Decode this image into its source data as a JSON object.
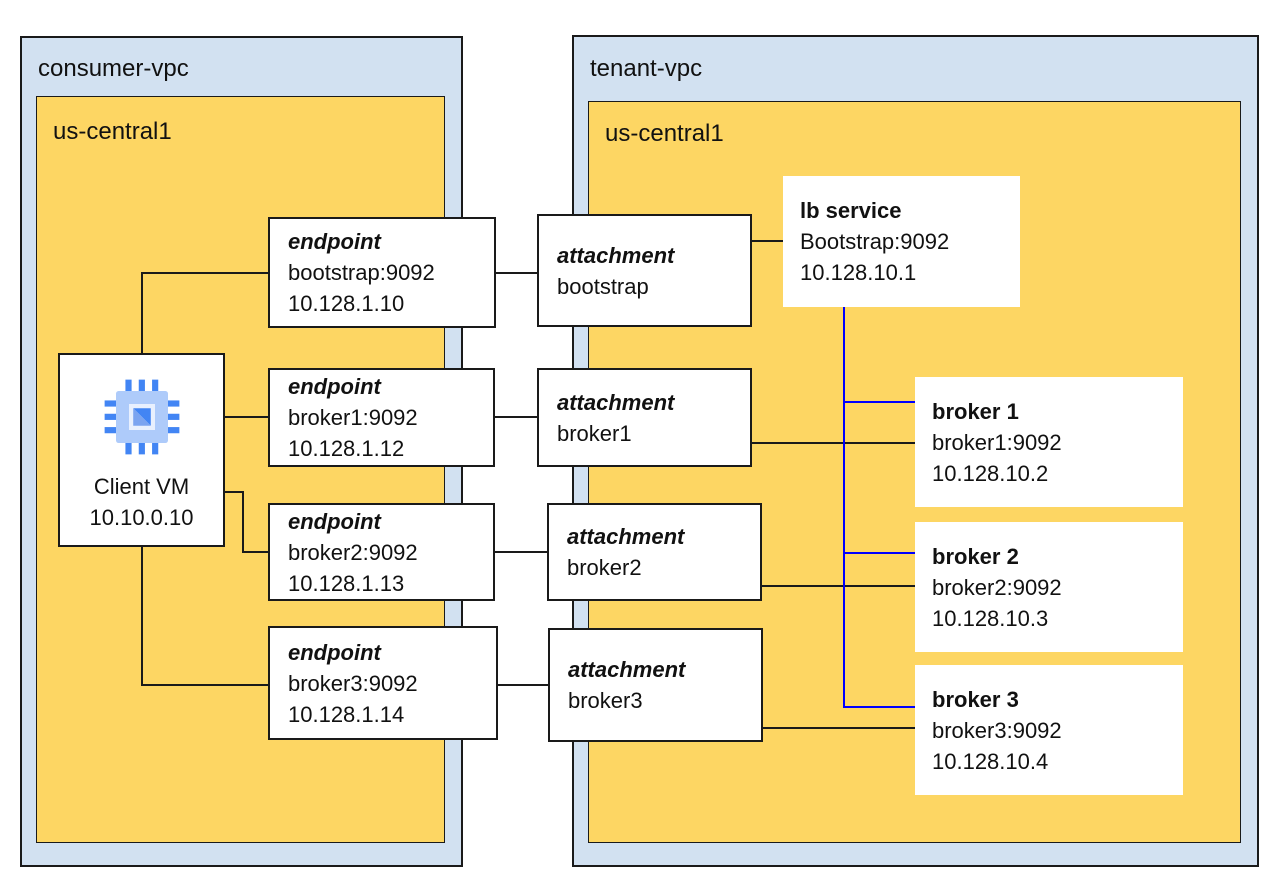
{
  "diagram": {
    "consumer_vpc": {
      "label": "consumer-vpc",
      "region_label": "us-central1"
    },
    "tenant_vpc": {
      "label": "tenant-vpc",
      "region_label": "us-central1"
    },
    "client_vm": {
      "name": "Client VM",
      "ip": "10.10.0.10",
      "icon": "compute-engine-chip-icon"
    },
    "endpoints": [
      {
        "title": "endpoint",
        "service": "bootstrap:9092",
        "ip": "10.128.1.10"
      },
      {
        "title": "endpoint",
        "service": "broker1:9092",
        "ip": "10.128.1.12"
      },
      {
        "title": "endpoint",
        "service": "broker2:9092",
        "ip": "10.128.1.13"
      },
      {
        "title": "endpoint",
        "service": "broker3:9092",
        "ip": "10.128.1.14"
      }
    ],
    "attachments": [
      {
        "title": "attachment",
        "name": "bootstrap"
      },
      {
        "title": "attachment",
        "name": "broker1"
      },
      {
        "title": "attachment",
        "name": "broker2"
      },
      {
        "title": "attachment",
        "name": "broker3"
      }
    ],
    "lb_service": {
      "title": "lb service",
      "service": "Bootstrap:9092",
      "ip": "10.128.10.1"
    },
    "brokers": [
      {
        "title": "broker 1",
        "service": "broker1:9092",
        "ip": "10.128.10.2"
      },
      {
        "title": "broker 2",
        "service": "broker2:9092",
        "ip": "10.128.10.3"
      },
      {
        "title": "broker 3",
        "service": "broker3:9092",
        "ip": "10.128.10.4"
      }
    ],
    "colors": {
      "vpc_fill": "#d2e1f1",
      "region_fill": "#fdd663",
      "connector": "#1a1a1a",
      "lb_link": "#0000ff",
      "icon_pin_blue": "#4285f4",
      "icon_body_blue": "#aecbfa"
    }
  }
}
